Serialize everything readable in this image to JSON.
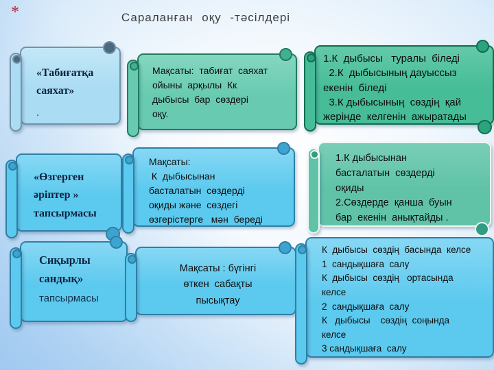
{
  "slide": {
    "marker": "*",
    "title": "Сараланған  оқу  -тәсілдері"
  },
  "cards": {
    "l1": {
      "title": "«Табиғатқа\nсаяхат»",
      "sub": "."
    },
    "m1": {
      "text": "Мақсаты:  табиғат  саяхат\nойыны  арқылы  Кк\nдыбысы  бар  сөздері\nоқу."
    },
    "r1": {
      "text": "1.К  дыбысы   туралы  біледі\n  2.К  дыбысының дауыссыз\nекенін  біледі\n  3.К дыбысының  сөздің  қай\nжерінде  келгенін  ажыратады"
    },
    "l2": {
      "title": "«Өзгерген\nәріптер »\nтапсырмасы"
    },
    "m2": {
      "text": "Мақсаты:\n К  дыбысынан\nбасталатын  сөздерді\nоқиды және  сөздегі\nөзгерістерге   мән  береді"
    },
    "r2": {
      "text": "1.К дыбысынан\nбасталатын  сөздерді\nоқиды\n2.Сөздерде  қанша  буын\nбар  екенін  анықтайды ."
    },
    "l3": {
      "title": "Сиқырлы\nсандық»",
      "sub": "тапсырмасы"
    },
    "m3": {
      "text": "Мақсаты : бүгінгі\nөткен  сабақты\nпысықтау"
    },
    "r3": {
      "text": "К  дыбысы  сөздің  басында  келсе\n1  сандықшаға  салу\nК  дыбысы  сөздің   ортасында\nкелсе\n2  сандықшаға  салу\nК   дыбысы    сөздің  соңында\nкелсе\n3 сандықшаға  салу"
    }
  },
  "colors": {
    "card_blue": "#5cc9ee",
    "card_light_blue": "#aadcf3",
    "card_green": "#46bd97",
    "card_teal": "#68cbb1",
    "card_teal_soft": "#60c3a8",
    "title_text": "#3c3c3c",
    "marker_red": "#b3233b",
    "background_corner": "#bcd9f4"
  }
}
